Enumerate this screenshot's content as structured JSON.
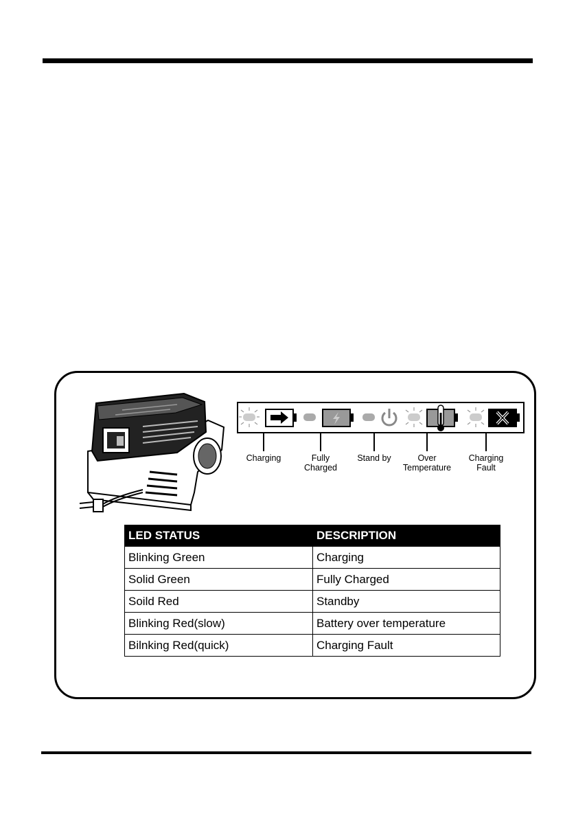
{
  "indicators": [
    {
      "label_line1": "Charging",
      "label_line2": "",
      "icon": "battery-charging-arrow-icon"
    },
    {
      "label_line1": "Fully",
      "label_line2": "Charged",
      "icon": "battery-full-lightning-icon"
    },
    {
      "label_line1": "Stand by",
      "label_line2": "",
      "icon": "power-icon"
    },
    {
      "label_line1": "Over",
      "label_line2": "Temperature",
      "icon": "battery-thermometer-icon"
    },
    {
      "label_line1": "Charging",
      "label_line2": "Fault",
      "icon": "battery-x-icon"
    }
  ],
  "table": {
    "headers": [
      "LED STATUS",
      "DESCRIPTION"
    ],
    "rows": [
      [
        "Blinking Green",
        "Charging"
      ],
      [
        "Solid Green",
        "Fully Charged"
      ],
      [
        "Soild Red",
        "Standby"
      ],
      [
        "Blinking Red(slow)",
        "Battery over temperature"
      ],
      [
        "Bilnking Red(quick)",
        "Charging Fault"
      ]
    ]
  }
}
